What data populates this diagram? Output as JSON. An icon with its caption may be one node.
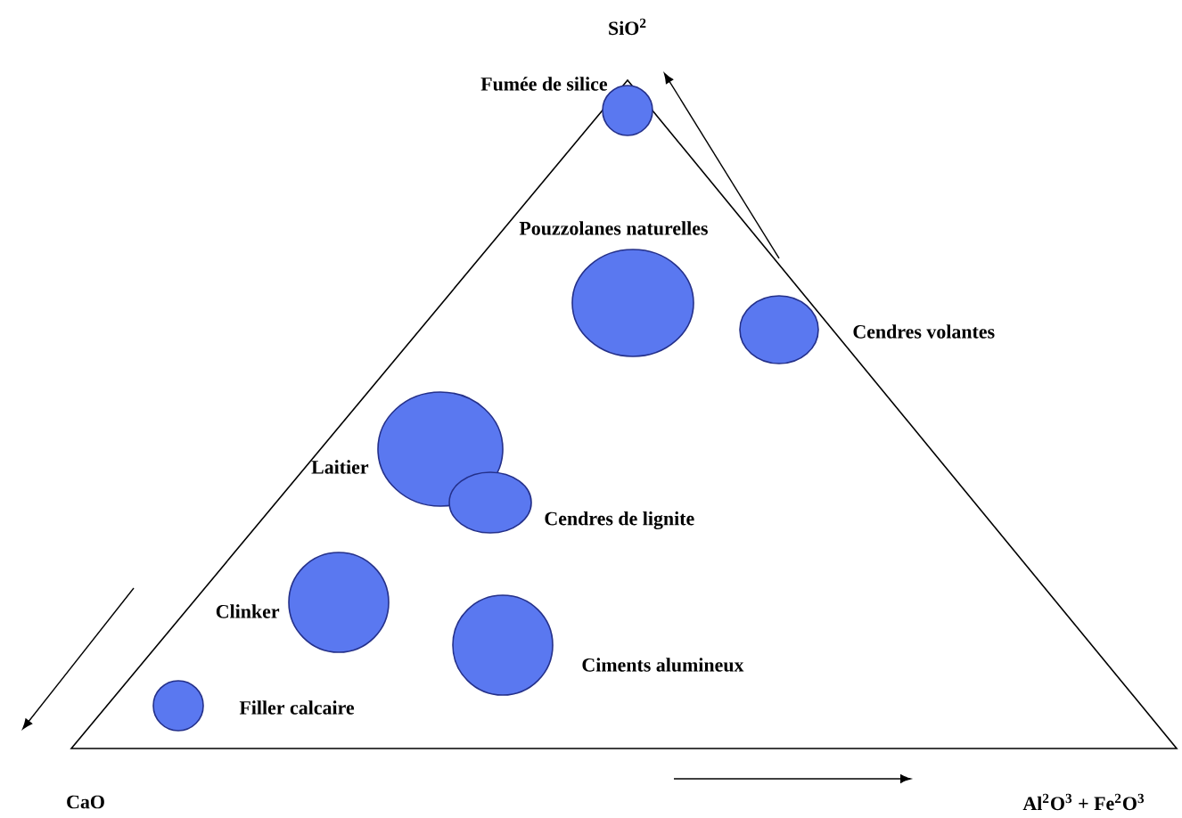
{
  "diagram": {
    "nodes": [
      {
        "text": [],
        "shape": "circle",
        "beside": [
          "Fumée de silice"
        ]
      },
      {
        "text": [],
        "shape": "circle",
        "beside": [
          "Pouzzolanes naturelles"
        ]
      },
      {
        "text": [],
        "shape": "circle",
        "beside": [
          "Cendres volantes"
        ]
      },
      {
        "text": [],
        "shape": "circle",
        "beside": [
          "Laitier"
        ]
      },
      {
        "text": [],
        "shape": "circle",
        "beside": [
          "Cendres de lignite"
        ]
      },
      {
        "text": [],
        "shape": "circle",
        "beside": [
          "Clinker"
        ]
      },
      {
        "text": [],
        "shape": "circle",
        "beside": [
          "Ciments alumineux"
        ]
      },
      {
        "text": [],
        "shape": "circle",
        "beside": [
          "Filler calcaire"
        ]
      }
    ],
    "labels": [
      "SiO$^{2}$",
      "CaO",
      "Al$^{2}$O$^{3}$ + Fe$^{2}$O$^{3}$"
    ]
  }
}
